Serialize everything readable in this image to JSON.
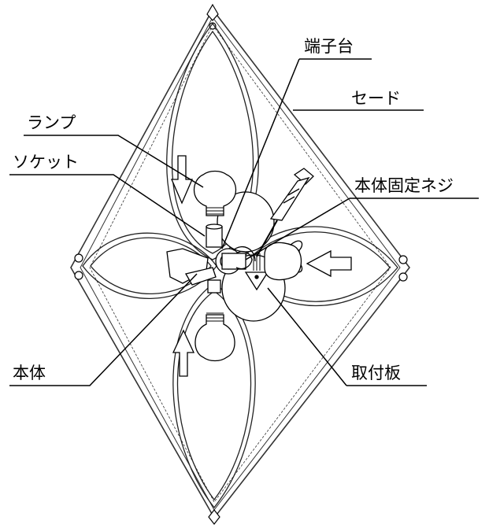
{
  "labels": {
    "terminal_block": "端子台",
    "shade": "セード",
    "lamp": "ランプ",
    "socket": "ソケット",
    "fixing_screw": "本体固定ネジ",
    "body": "本体",
    "mounting_plate": "取付板"
  },
  "colors": {
    "line": "#000000",
    "frame": "#333333",
    "background": "#ffffff"
  }
}
